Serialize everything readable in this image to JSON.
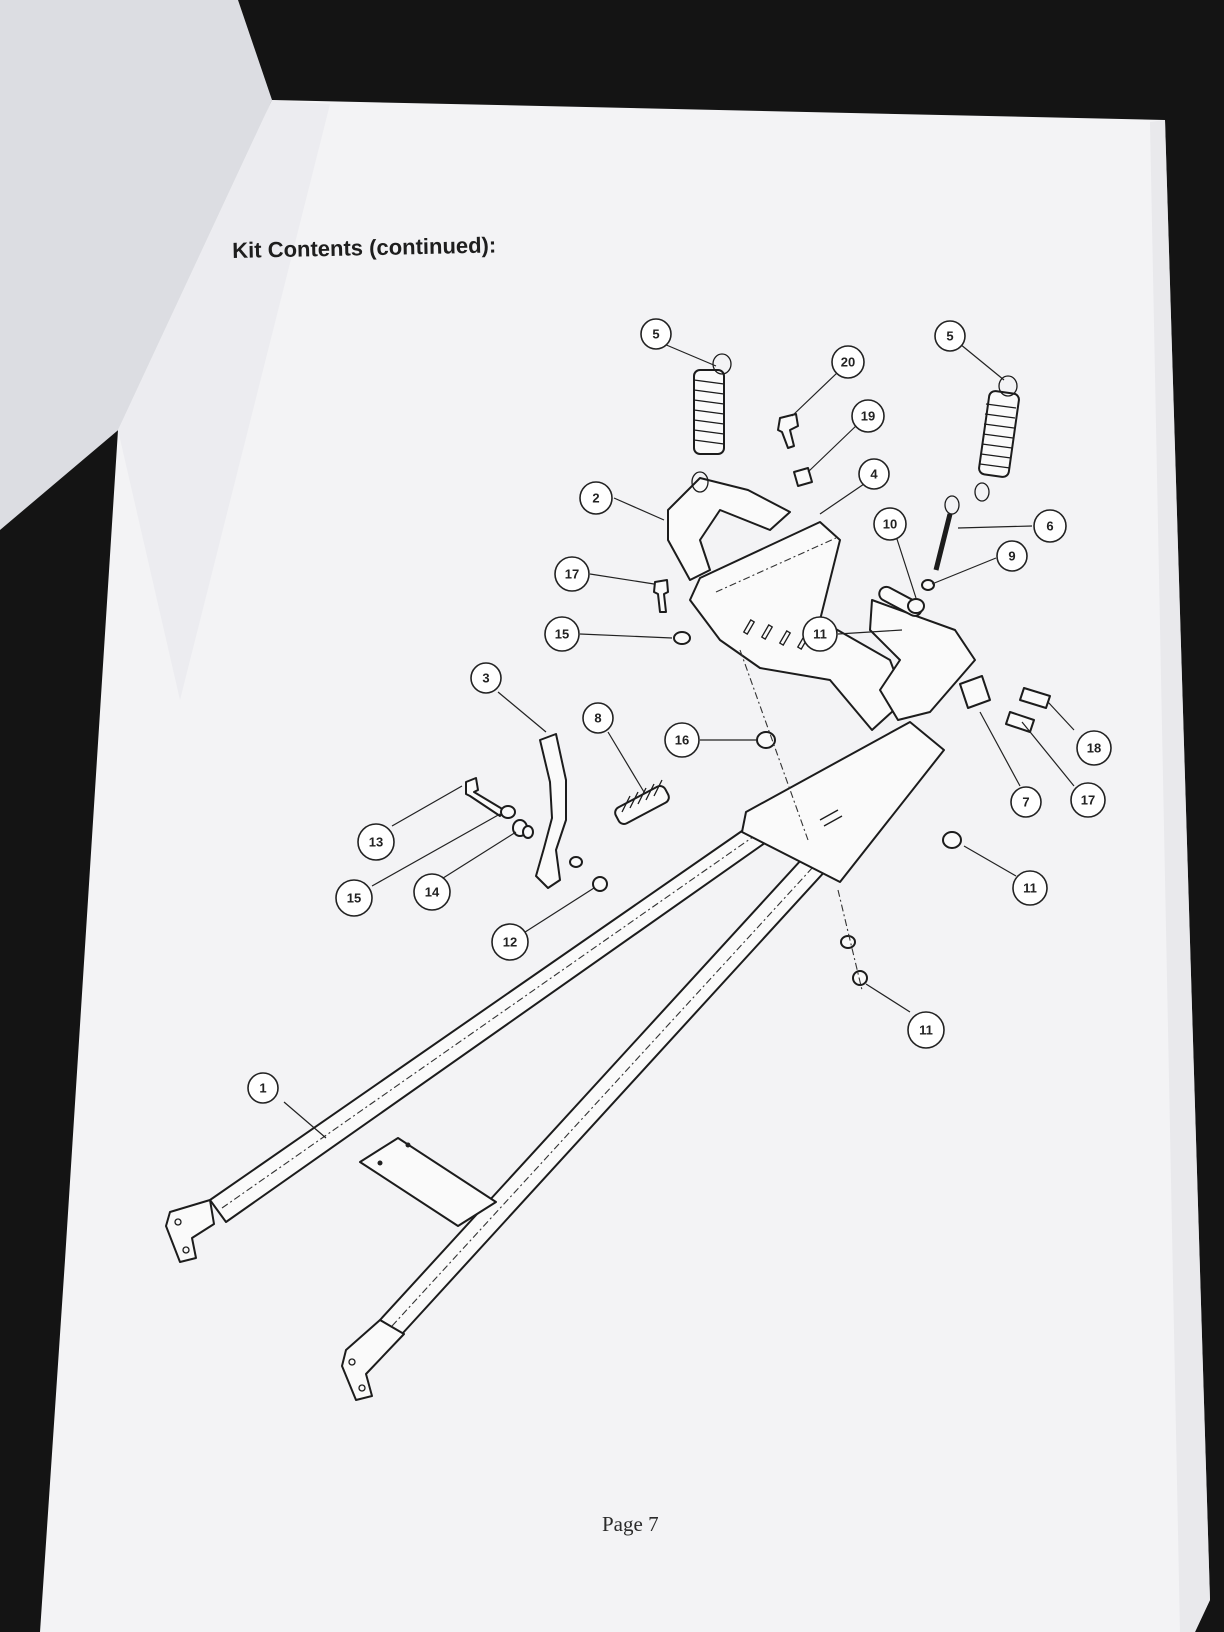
{
  "document": {
    "title": "Kit Contents (continued):",
    "page_label": "Page 7"
  },
  "callouts": [
    "5",
    "20",
    "19",
    "5",
    "4",
    "2",
    "10",
    "6",
    "9",
    "17",
    "15",
    "11",
    "3",
    "8",
    "16",
    "18",
    "7",
    "17",
    "13",
    "15",
    "14",
    "11",
    "12",
    "11",
    "1"
  ],
  "colors": {
    "paper": "#f4f4f6",
    "background": "#141414",
    "ink": "#1e1e1e"
  }
}
